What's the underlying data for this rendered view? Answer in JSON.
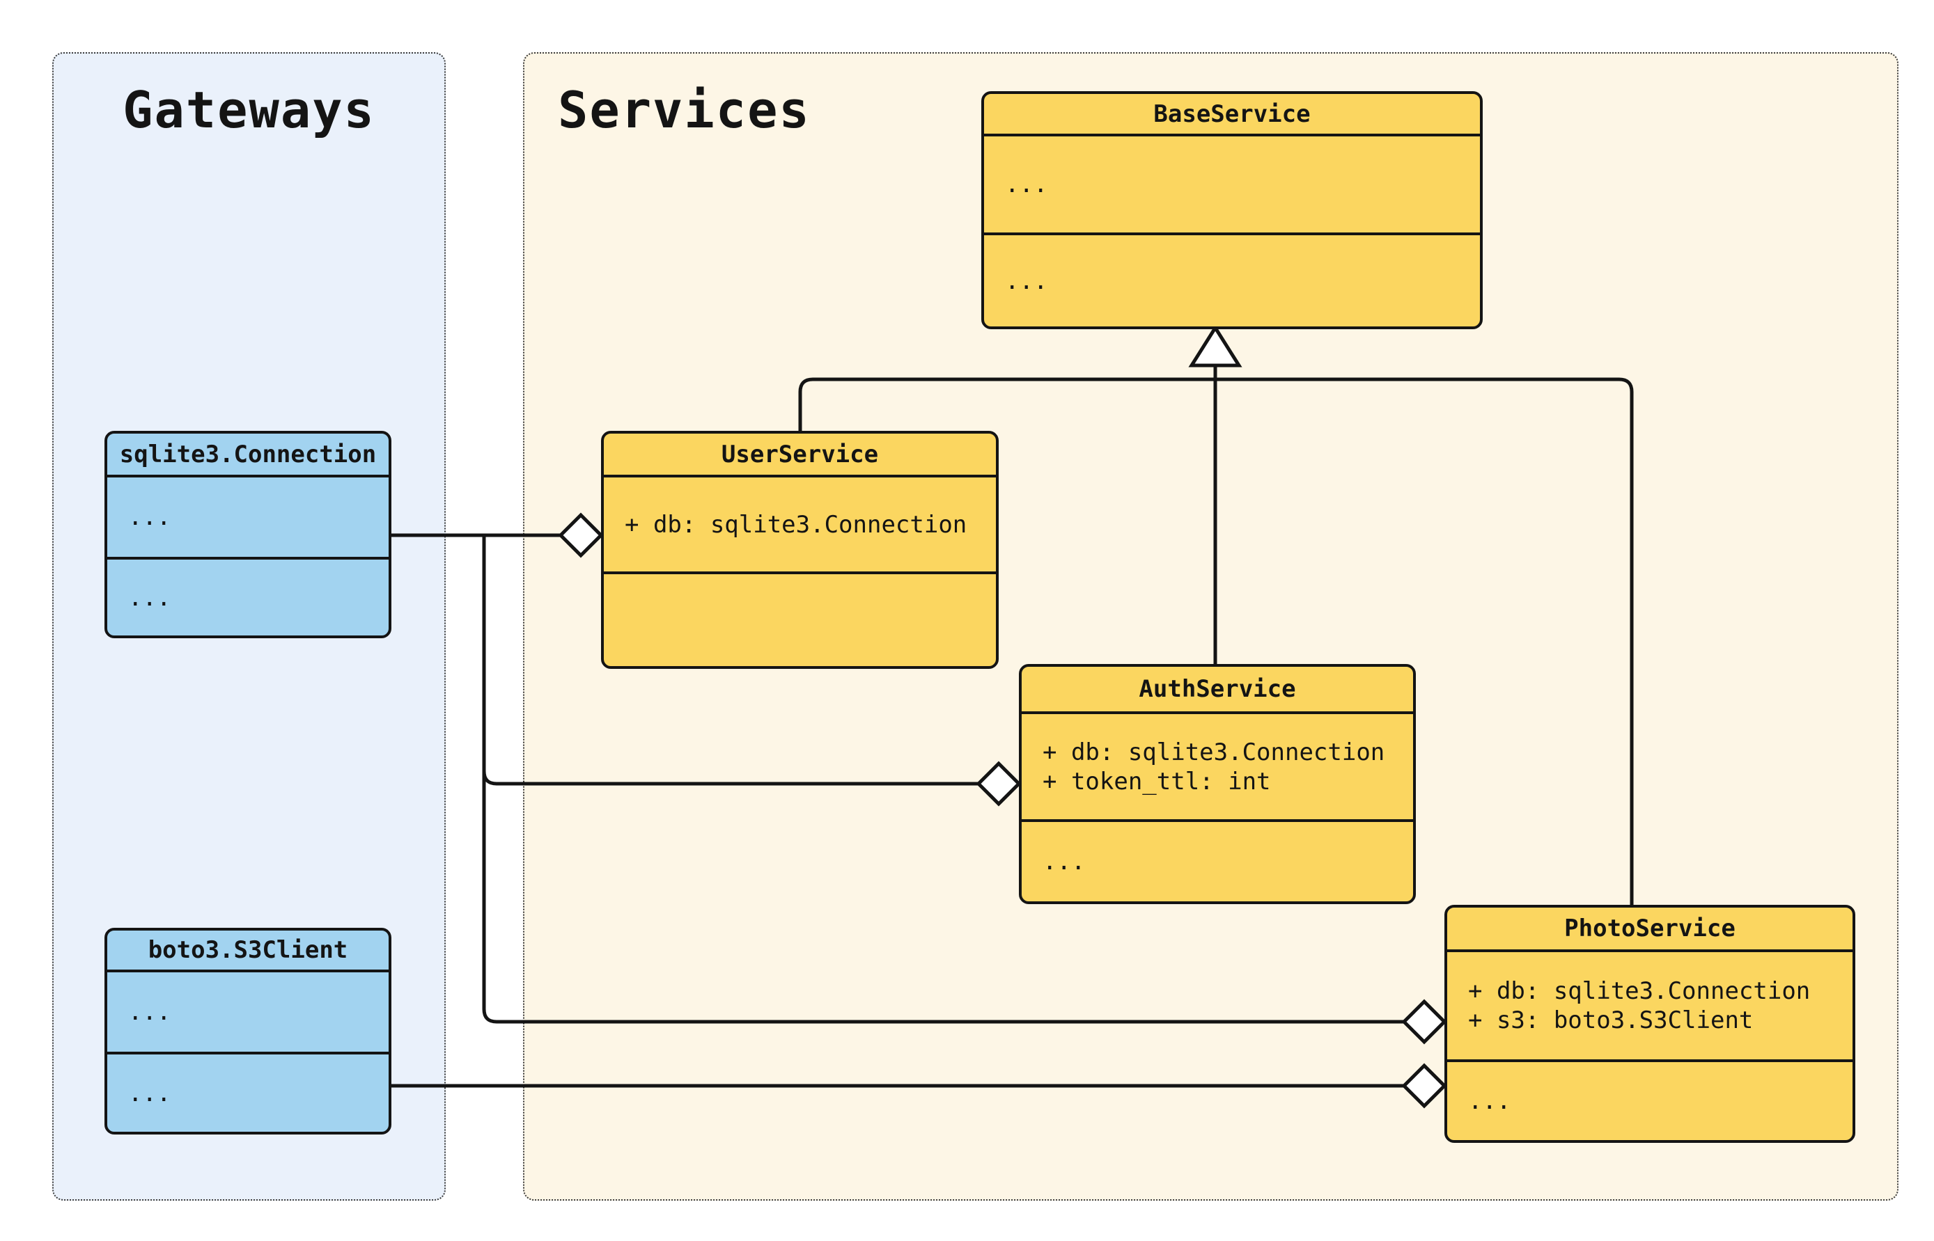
{
  "groups": {
    "gateways": {
      "title": "Gateways"
    },
    "services": {
      "title": "Services"
    }
  },
  "classes": {
    "base_service": {
      "name": "BaseService",
      "group": "Services",
      "attributes": [
        "..."
      ],
      "methods": [
        "..."
      ]
    },
    "user_service": {
      "name": "UserService",
      "group": "Services",
      "attributes": [
        "+ db: sqlite3.Connection"
      ],
      "methods": []
    },
    "auth_service": {
      "name": "AuthService",
      "group": "Services",
      "attributes": [
        "+ db: sqlite3.Connection",
        "+ token_ttl: int"
      ],
      "methods": [
        "..."
      ]
    },
    "photo_service": {
      "name": "PhotoService",
      "group": "Services",
      "attributes": [
        "+ db: sqlite3.Connection",
        "+ s3: boto3.S3Client"
      ],
      "methods": [
        "..."
      ]
    },
    "sqlite3_connection": {
      "name": "sqlite3.Connection",
      "group": "Gateways",
      "attributes": [
        "..."
      ],
      "methods": [
        "..."
      ]
    },
    "boto3_s3client": {
      "name": "boto3.S3Client",
      "group": "Gateways",
      "attributes": [
        "..."
      ],
      "methods": [
        "..."
      ]
    }
  },
  "relationships": [
    {
      "type": "inheritance",
      "from": "UserService",
      "to": "BaseService"
    },
    {
      "type": "inheritance",
      "from": "AuthService",
      "to": "BaseService"
    },
    {
      "type": "inheritance",
      "from": "PhotoService",
      "to": "BaseService"
    },
    {
      "type": "aggregation",
      "owner": "UserService",
      "part": "sqlite3.Connection"
    },
    {
      "type": "aggregation",
      "owner": "AuthService",
      "part": "sqlite3.Connection"
    },
    {
      "type": "aggregation",
      "owner": "PhotoService",
      "part": "sqlite3.Connection"
    },
    {
      "type": "aggregation",
      "owner": "PhotoService",
      "part": "boto3.S3Client"
    }
  ],
  "colors": {
    "service_box_fill": "#fbd660",
    "gateway_box_fill": "#a2d3f0",
    "gateways_panel_bg": "#eaf1fb",
    "services_panel_bg": "#fdf6e6",
    "stroke": "#141414"
  }
}
